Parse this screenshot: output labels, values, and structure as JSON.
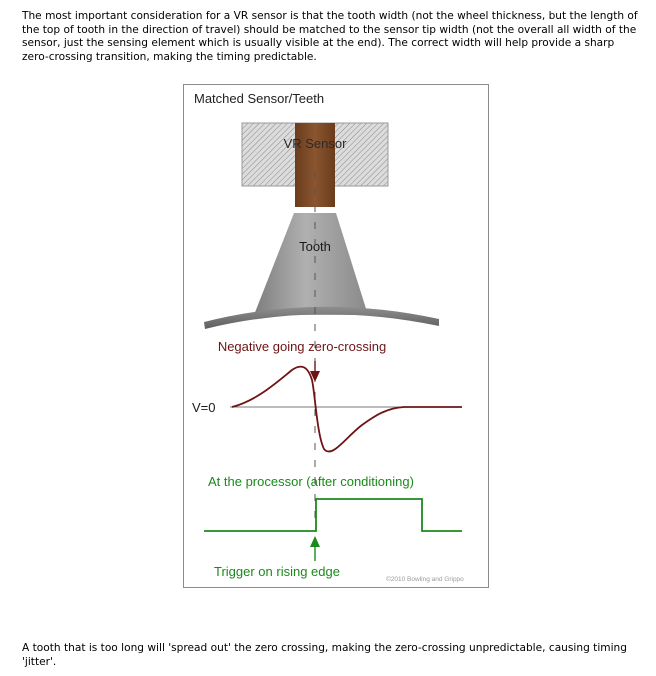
{
  "paragraphs": {
    "intro": "The most important consideration for a VR sensor is that the tooth width (not the wheel thickness, but the length of the top of tooth in the direction of travel) should be matched to the sensor tip width (not the overall all width of the sensor, just the sensing element which is usually visible at the end). The correct width will help provide a sharp zero-crossing transition, making the timing predictable.",
    "outro": "A tooth that is too long will 'spread out' the zero crossing, making the zero-crossing unpredictable, causing timing 'jitter'."
  },
  "figure": {
    "title": "Matched Sensor/Teeth",
    "sensor_label": "VR Sensor",
    "tooth_label": "Tooth",
    "zero_crossing_label": "Negative going zero-crossing",
    "voltage_label": "V=0",
    "processor_label": "At the processor (after conditioning)",
    "trigger_label": "Trigger on rising edge",
    "credit": "©2010 Bowling and Grippo",
    "colors": {
      "sensor_core": "#7b4a26",
      "tooth_gray": "#9a9a9a",
      "wave": "#6e1414",
      "label_red": "#6e1414",
      "green": "#1a8a1a"
    }
  }
}
